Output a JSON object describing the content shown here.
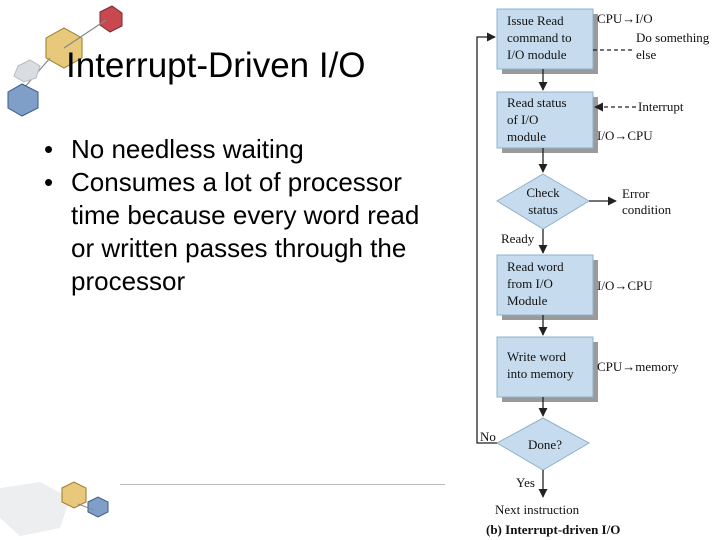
{
  "slide": {
    "title": "Interrupt-Driven I/O",
    "bullets": [
      "No needless waiting",
      "Consumes a lot of processor time because every word read or written passes through the processor"
    ],
    "bullet_symbol": "•"
  },
  "flowchart": {
    "caption": "(b) Interrupt-driven I/O",
    "step_issue": [
      "Issue Read",
      "command to",
      "I/O module"
    ],
    "note_cpu_io": "CPU→I/O",
    "note_do_else": [
      "Do something",
      "else"
    ],
    "step_read_status": [
      "Read status",
      "of I/O",
      "module"
    ],
    "note_interrupt": "Interrupt",
    "note_io_cpu_1": "I/O→CPU",
    "decision_check": [
      "Check",
      "status"
    ],
    "note_error": [
      "Error",
      "condition"
    ],
    "label_ready": "Ready",
    "step_read_word": [
      "Read word",
      "from I/O",
      "Module"
    ],
    "note_io_cpu_2": "I/O→CPU",
    "step_write_word": [
      "Write word",
      "into memory"
    ],
    "note_cpu_memory": "CPU→memory",
    "decision_done": "Done?",
    "label_no": "No",
    "label_yes": "Yes",
    "next_instruction": "Next instruction",
    "box_fill": "#c6dcee",
    "box_stroke": "#8fb0cc"
  }
}
